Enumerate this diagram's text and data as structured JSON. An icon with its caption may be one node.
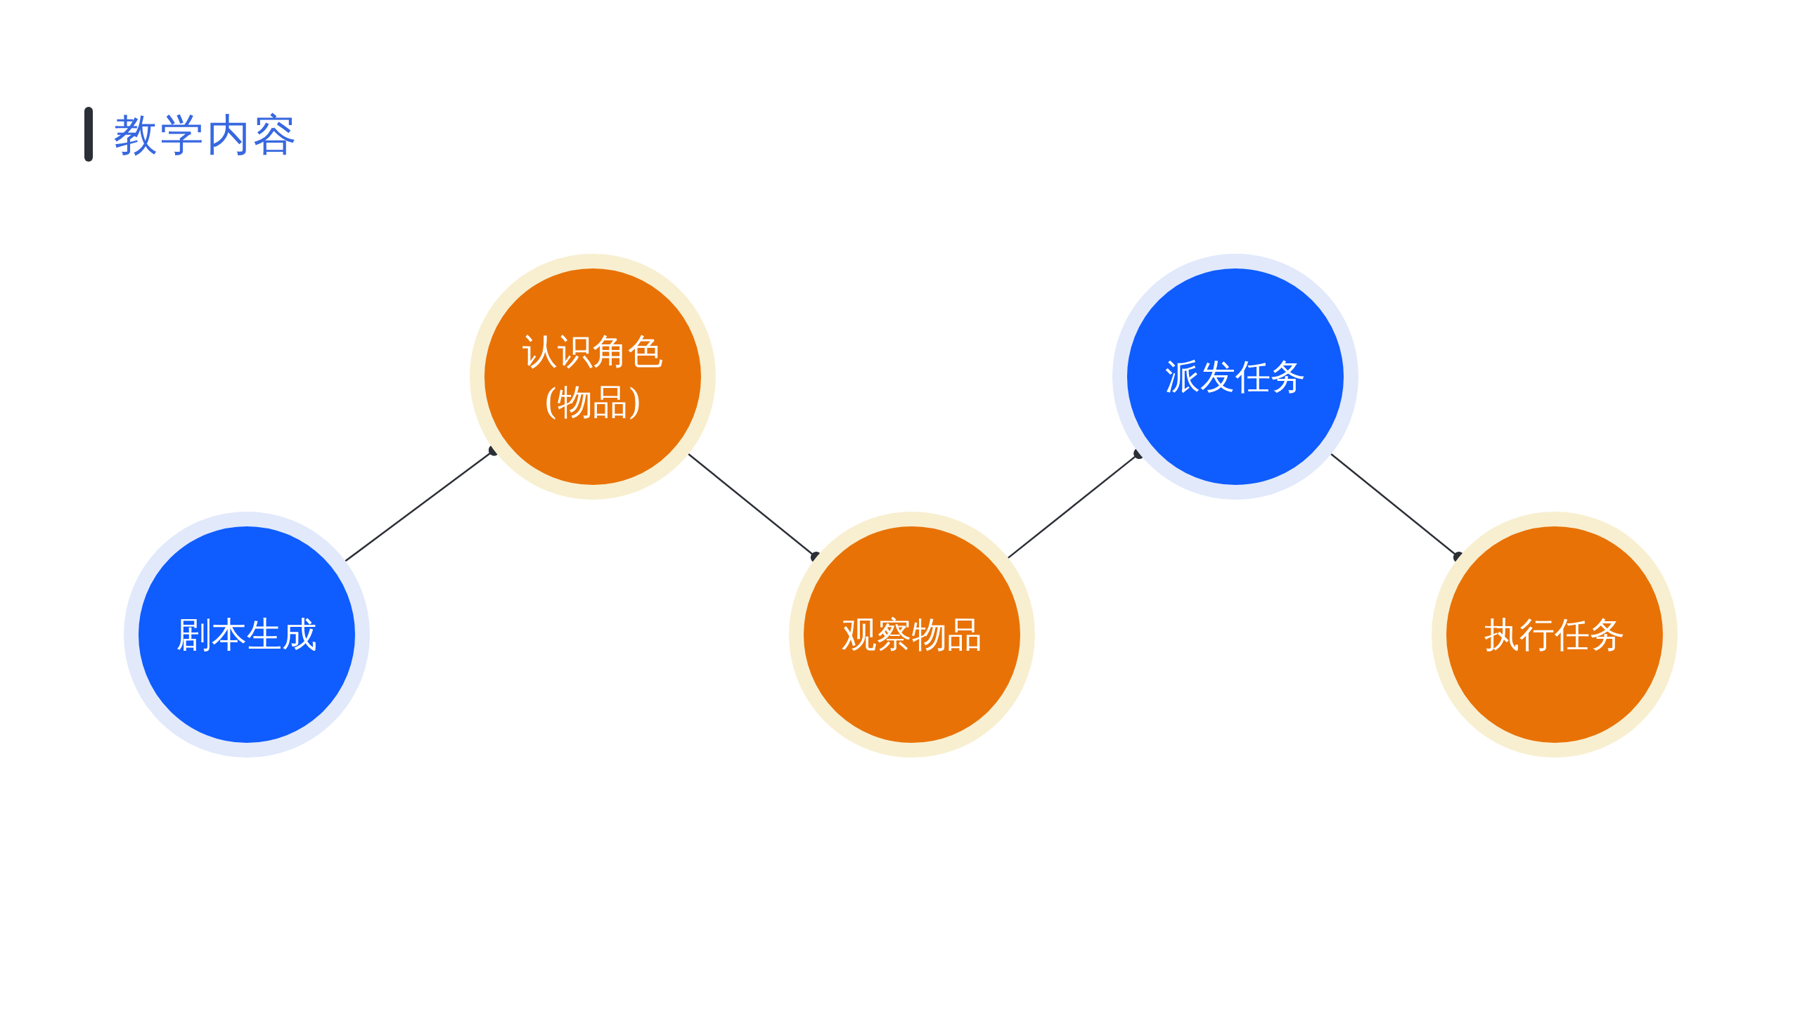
{
  "diagram": {
    "title": "教学内容",
    "nodes": [
      {
        "text": [
          "剧本生成"
        ]
      },
      {
        "text": [
          "认识角色(物品)"
        ]
      },
      {
        "text": [
          "观察物品"
        ]
      },
      {
        "text": [
          "派发任务"
        ]
      },
      {
        "text": [
          "执行任务"
        ]
      }
    ],
    "edges": [
      {
        "from": 0,
        "to": 1,
        "arrow": "other"
      },
      {
        "from": 1,
        "to": 2,
        "arrow": "other"
      },
      {
        "from": 2,
        "to": 3,
        "arrow": "other"
      },
      {
        "from": 3,
        "to": 4,
        "arrow": "other"
      }
    ]
  }
}
